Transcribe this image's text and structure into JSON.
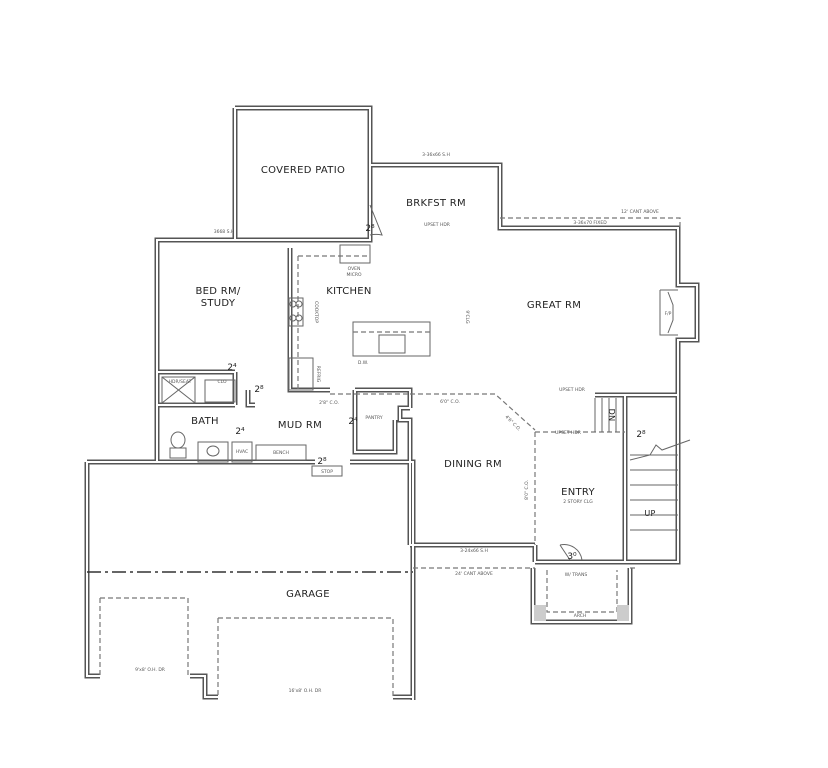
{
  "rooms": {
    "covered_patio": "COVERED PATIO",
    "brkfst_rm": "BRKFST RM",
    "kitchen": "KITCHEN",
    "great_rm": "GREAT RM",
    "bed_rm_line1": "BED RM/",
    "bed_rm_line2": "STUDY",
    "bath": "BATH",
    "mud_rm": "MUD RM",
    "dining_rm": "DINING RM",
    "entry": "ENTRY",
    "garage": "GARAGE"
  },
  "notes": {
    "brkfst_window": "3-36x66 S.H",
    "patio_window": "3668 S.H",
    "brkfst_header": "UPSET HDR",
    "cant_above_12": "12' CANT ABOVE",
    "great_window": "3-36x70 FIXED",
    "fireplace": "F/P",
    "oven_micro_1": "OVEN",
    "oven_micro_2": "MICRO",
    "cooktop": "COOKTOP",
    "refrig": "REFRIG",
    "dw": "D.W.",
    "ceiling": "9'CLG",
    "header": "HDR/SEAT",
    "clo": "CLO",
    "hvac": "HVAC",
    "bench": "BENCH",
    "stop": "STOP",
    "pantry": "PANTRY",
    "co_28": "2'8\" C.O.",
    "co_60": "6'0\" C.O.",
    "co_46": "4'6\" C.O.",
    "co_80": "8'0\" C.O.",
    "upset_hdr_1": "UPSET HDR",
    "upset_hdr_2": "UPSET HDR",
    "dn": "DN",
    "up": "UP",
    "entry_clg": "2 STORY CLG",
    "w_trans": "W/ TRANS",
    "arch": "ARCH",
    "dining_window": "3-24x66 S.H",
    "cant_above_24": "24' CANT ABOVE",
    "garage_door_small": "9'x8' O.H. DR",
    "garage_door_large": "16'x8' O.H. DR"
  },
  "doors": {
    "patio": "2⁸",
    "clo": "2⁴",
    "bed": "2⁸",
    "bath": "2⁴",
    "pantry": "2⁴",
    "garage": "2⁸",
    "stair_closet": "2⁸",
    "front": "3⁰"
  }
}
